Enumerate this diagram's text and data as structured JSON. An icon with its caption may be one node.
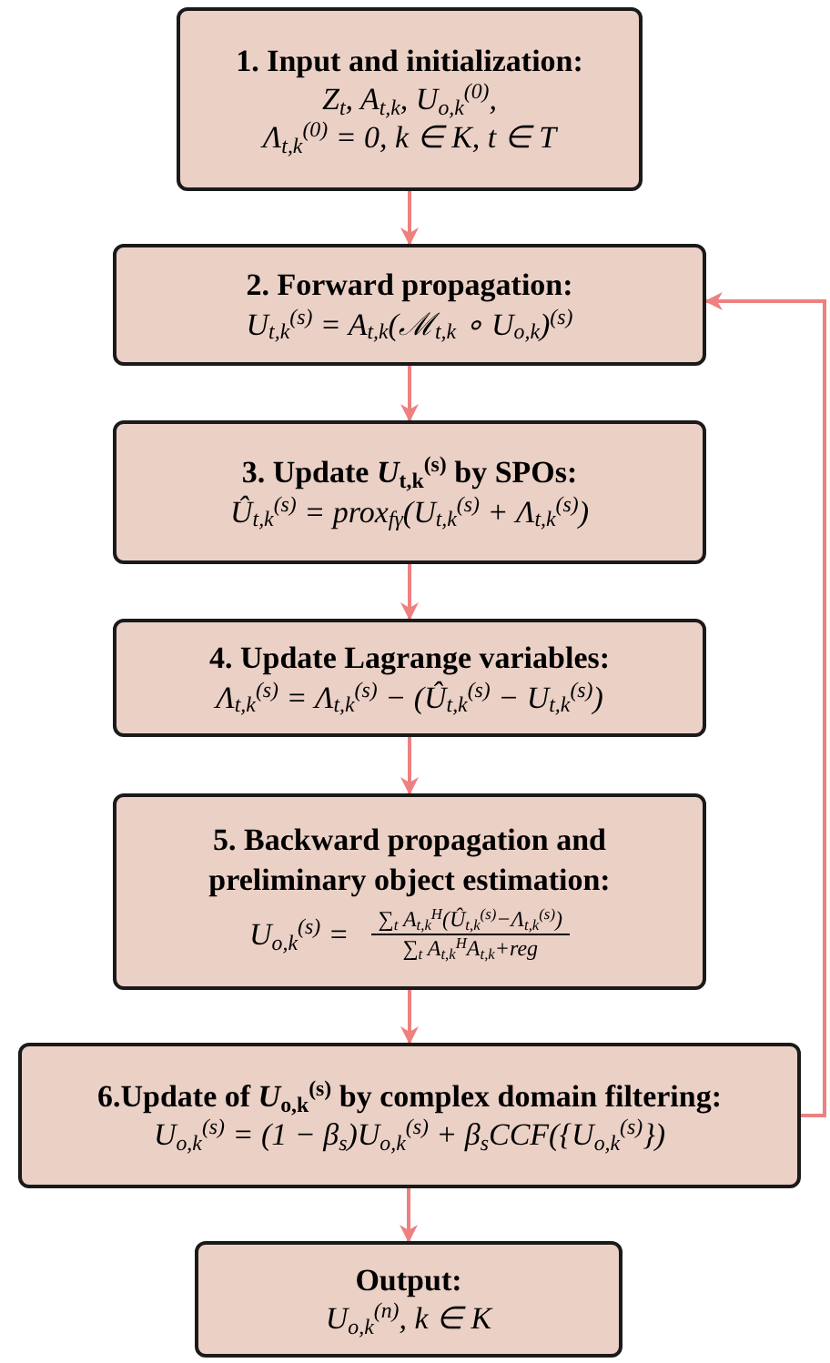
{
  "diagram": {
    "nodes": [
      {
        "text": [
          "1. Input and initialization:",
          "Z$_{t}$, A$_{t,k}$, U$_{o,k}$$^{(0)}$,",
          "Λ$_{t,k}$$^{(0)}$ = 0, k ∈ K, t ∈ T"
        ]
      },
      {
        "text": [
          "2. Forward propagation:",
          "U$_{t,k}$$^{(s)}$ = A$_{t,k}$(ℳ$_{t,k}$ ∘ U$_{o,k}$)$^{(s)}$"
        ]
      },
      {
        "text": [
          "3. Update *U*$_{t,k}$$^{(s)}$ by SPOs:",
          "Û$_{t,k}$$^{(s)}$ = prox$_{fγ}$(U$_{t,k}$$^{(s)}$ + Λ$_{t,k}$$^{(s)}$)"
        ]
      },
      {
        "text": [
          "4. Update Lagrange variables:",
          "Λ$_{t,k}$$^{(s)}$ = Λ$_{t,k}$$^{(s)}$ − (Û$_{t,k}$$^{(s)}$ − U$_{t,k}$$^{(s)}$)"
        ]
      },
      {
        "text": [
          "5. Backward propagation and preliminary object estimation:",
          "U$_{o,k}$$^{(s)}$ =",
          "∑$_{t}$ A$_{t,k}$$^{H}$(Û$_{t,k}$$^{(s)}$−Λ$_{t,k}$$^{(s)}$)",
          "∑$_{t}$ A$_{t,k}$$^{H}$A$_{t,k}$+reg"
        ]
      },
      {
        "text": [
          "6.Update of *U*$_{o,k}$$^{(s)}$ by complex domain filtering:",
          "U$_{o,k}$$^{(s)}$ = (1 − β$_{s}$)U$_{o,k}$$^{(s)}$ + β$_{s}$CCF({U$_{o,k}$$^{(s)}$})"
        ]
      },
      {
        "text": [
          "Output:",
          "U$_{o,k}$$^{(n)}$, k ∈ K"
        ]
      }
    ],
    "edges": [
      {
        "from": 0,
        "to": 1,
        "arrow": "to"
      },
      {
        "from": 1,
        "to": 2,
        "arrow": "to"
      },
      {
        "from": 2,
        "to": 3,
        "arrow": "to"
      },
      {
        "from": 3,
        "to": 4,
        "arrow": "to"
      },
      {
        "from": 4,
        "to": 5,
        "arrow": "to"
      },
      {
        "from": 5,
        "to": 6,
        "arrow": "to"
      },
      {
        "from": 5,
        "to": 1,
        "arrow": "to"
      }
    ]
  }
}
